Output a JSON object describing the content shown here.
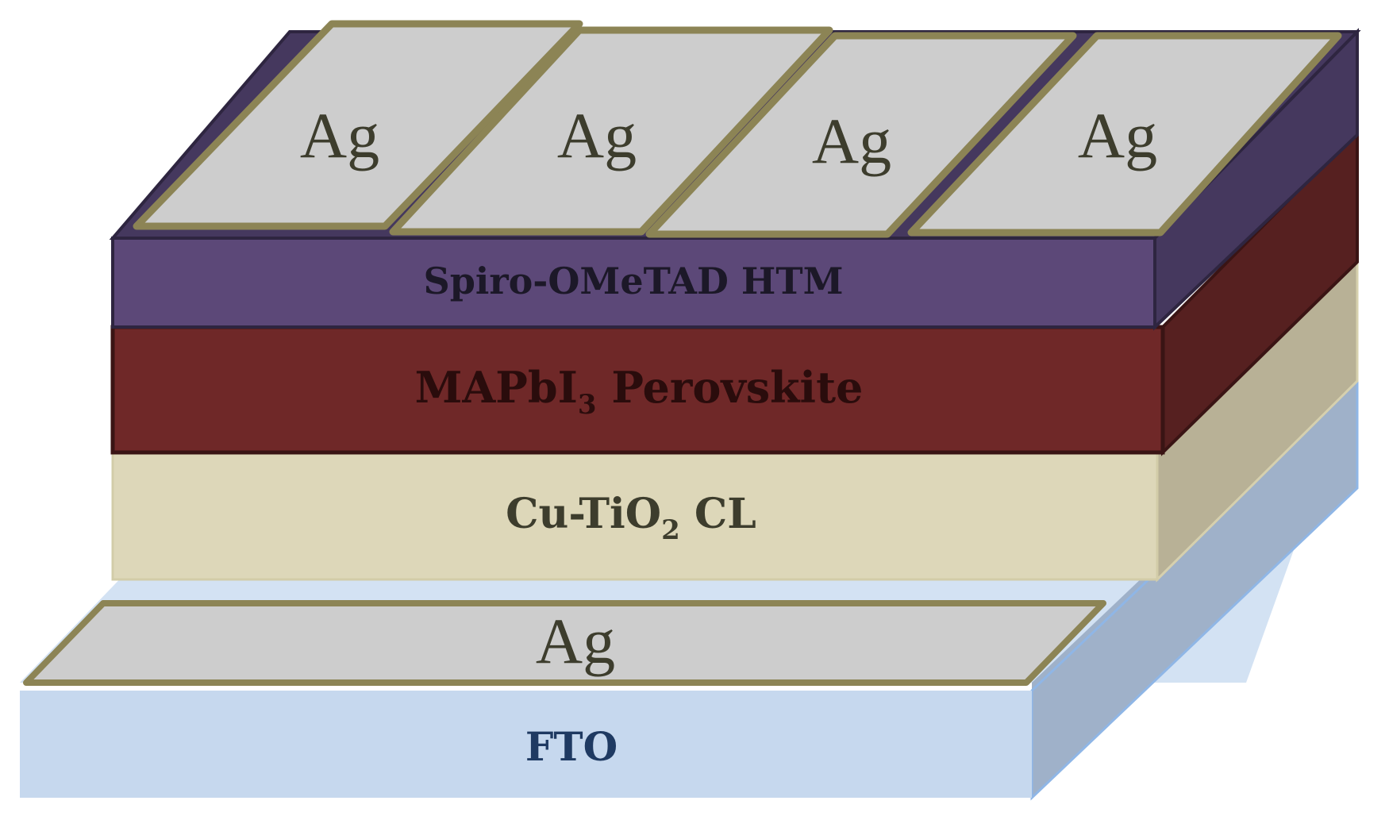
{
  "layers": {
    "top_contacts": [
      {
        "label": "Ag"
      },
      {
        "label": "Ag"
      },
      {
        "label": "Ag"
      },
      {
        "label": "Ag"
      }
    ],
    "htm": {
      "label": "Spiro-OMeTAD HTM"
    },
    "perovskite": {
      "label_main": "MAPbI",
      "label_sub": "3",
      "label_tail": " Perovskite"
    },
    "compact_layer": {
      "label_main": "Cu-TiO",
      "label_sub": "2",
      "label_tail": "  CL"
    },
    "bottom_contact": {
      "label": "Ag"
    },
    "substrate": {
      "label": "FTO"
    }
  },
  "colors": {
    "silver_face": "#cdcdcd",
    "silver_border": "#8c8455",
    "htm_front": "#5c4878",
    "htm_side": "#45385e",
    "perovskite_front": "#6f2828",
    "perovskite_side": "#562020",
    "cl_front": "#ddd7b9",
    "cl_side": "#b8b196",
    "fto_front": "#c6d8ee",
    "fto_side": "#9fb1c9",
    "fto_top": "#d3e2f3",
    "label_dark": "#3d3d2d",
    "label_fto": "#1f3a62"
  }
}
